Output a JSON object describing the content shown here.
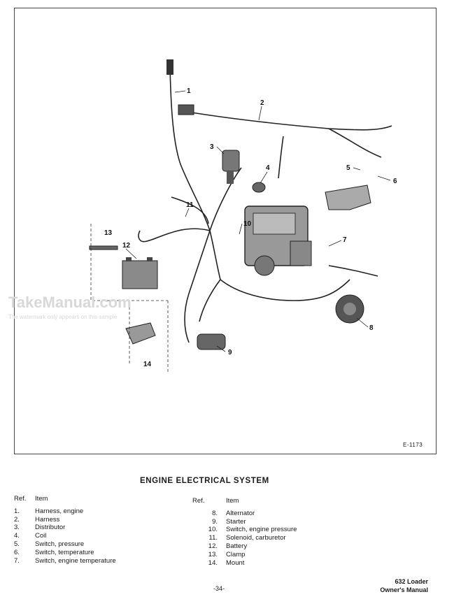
{
  "diagram": {
    "callouts": [
      "1",
      "2",
      "3",
      "4",
      "5",
      "6",
      "7",
      "8",
      "9",
      "10",
      "11",
      "12",
      "13",
      "14"
    ],
    "figure_code": "E-1173"
  },
  "watermark": {
    "brand": "TakeManual.com",
    "note": "The watermark only appears on this sample"
  },
  "title": "ENGINE ELECTRICAL SYSTEM",
  "table": {
    "ref_header": "Ref.",
    "item_header": "Item",
    "left": [
      {
        "ref": "1.",
        "item": "Harness, engine"
      },
      {
        "ref": "2.",
        "item": "Harness"
      },
      {
        "ref": "3.",
        "item": "Distributor"
      },
      {
        "ref": "4.",
        "item": "Coil"
      },
      {
        "ref": "5.",
        "item": "Switch, pressure"
      },
      {
        "ref": "6.",
        "item": "Switch, temperature"
      },
      {
        "ref": "7.",
        "item": "Switch, engine temperature"
      }
    ],
    "right": [
      {
        "ref": "8.",
        "item": "Alternator"
      },
      {
        "ref": "9.",
        "item": "Starter"
      },
      {
        "ref": "10.",
        "item": "Switch, engine pressure"
      },
      {
        "ref": "11.",
        "item": "Solenoid, carburetor"
      },
      {
        "ref": "12.",
        "item": "Battery"
      },
      {
        "ref": "13.",
        "item": "Clamp"
      },
      {
        "ref": "14.",
        "item": "Mount"
      }
    ]
  },
  "footer": {
    "page": "-34-",
    "model": "632 Loader",
    "manual": "Owner's Manual"
  }
}
